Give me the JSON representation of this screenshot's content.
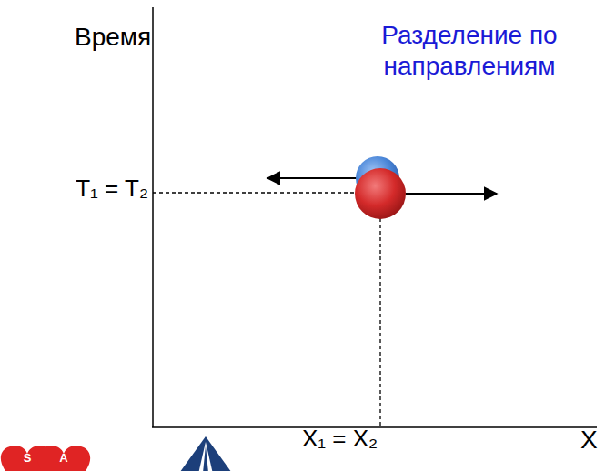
{
  "diagram": {
    "title": "Разделение по направлениям",
    "labels": [
      "Время",
      "T₁ = T₂",
      "X₁ = X₂",
      "X",
      "S",
      "A"
    ]
  }
}
